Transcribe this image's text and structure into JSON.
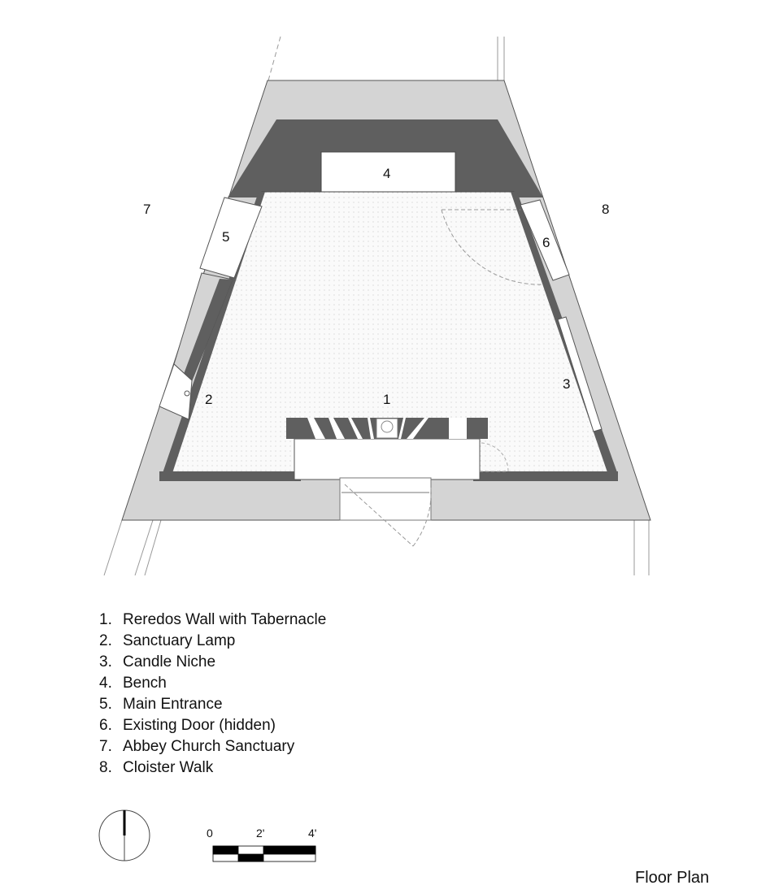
{
  "plan_labels": {
    "n1": "1",
    "n2": "2",
    "n3": "3",
    "n4": "4",
    "n5": "5",
    "n6": "6",
    "n7": "7",
    "n8": "8"
  },
  "legend": [
    {
      "num": "1.",
      "text": "Reredos Wall with Tabernacle"
    },
    {
      "num": "2.",
      "text": "Sanctuary Lamp"
    },
    {
      "num": "3.",
      "text": "Candle Niche"
    },
    {
      "num": "4.",
      "text": "Bench"
    },
    {
      "num": "5.",
      "text": "Main Entrance"
    },
    {
      "num": "6.",
      "text": "Existing Door (hidden)"
    },
    {
      "num": "7.",
      "text": "Abbey Church Sanctuary"
    },
    {
      "num": "8.",
      "text": "Cloister Walk"
    }
  ],
  "scale": {
    "t0": "0",
    "t2": "2'",
    "t4": "4'"
  },
  "title": "Floor Plan",
  "colors": {
    "wall_light": "#d4d4d4",
    "wall_dark": "#5f5f5f",
    "floor": "#f4f4f4"
  }
}
